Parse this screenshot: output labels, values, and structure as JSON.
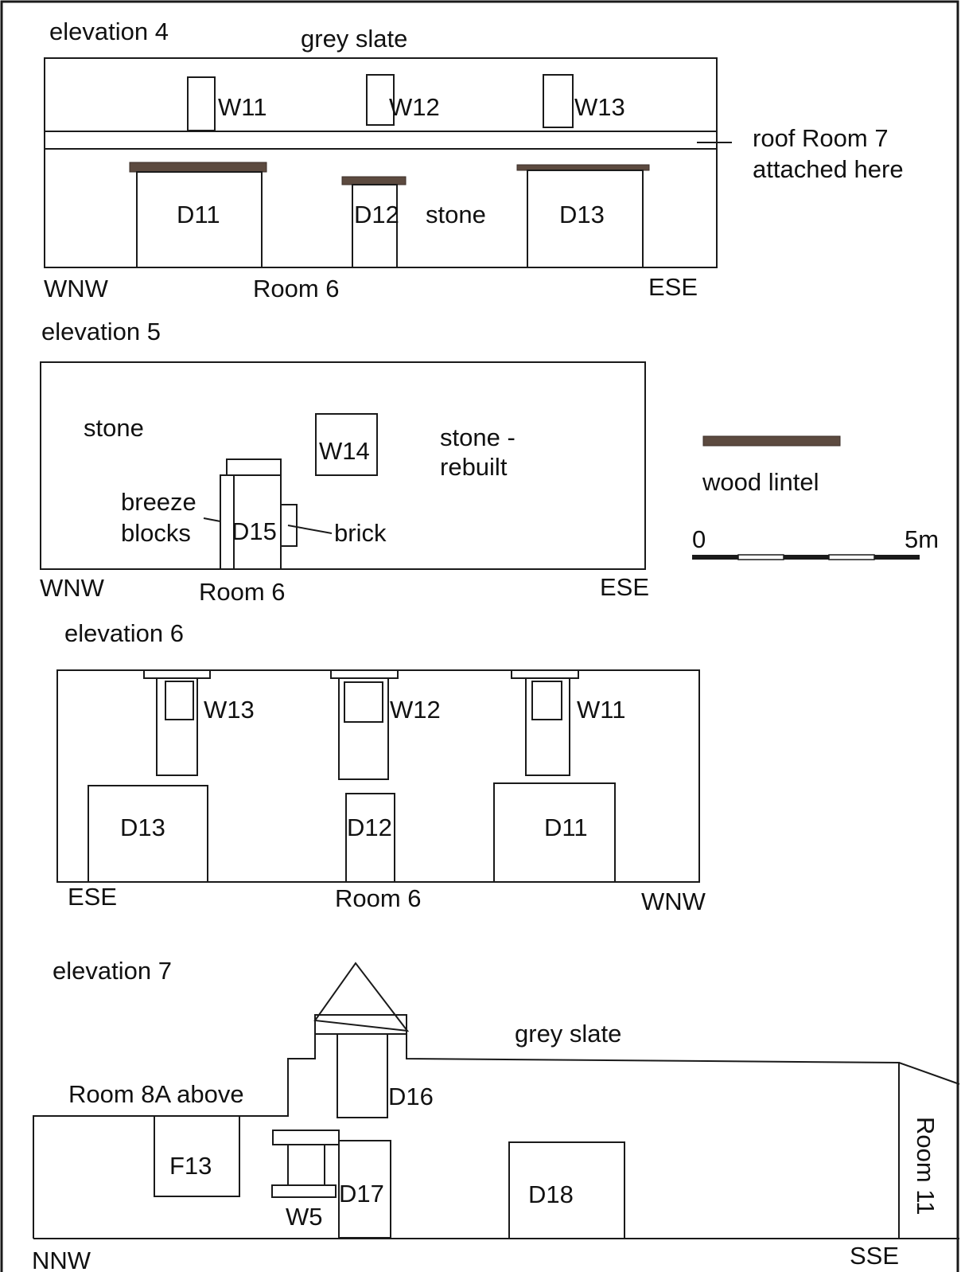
{
  "colors": {
    "line": "#1a1a1a",
    "wood_lintel": "#5c4a3f",
    "background": "#ffffff"
  },
  "elevation4": {
    "title": "elevation 4",
    "roof_material": "grey slate",
    "windows": [
      "W11",
      "W12",
      "W13"
    ],
    "doors": [
      "D11",
      "D12",
      "D13"
    ],
    "material": "stone",
    "note_line1": "roof Room 7",
    "note_line2": "attached here",
    "left_direction": "WNW",
    "room": "Room 6",
    "right_direction": "ESE"
  },
  "elevation5": {
    "title": "elevation 5",
    "material_left": "stone",
    "window": "W14",
    "material_right_line1": "stone -",
    "material_right_line2": "rebuilt",
    "breeze_line1": "breeze",
    "breeze_line2": "blocks",
    "door": "D15",
    "brick": "brick",
    "left_direction": "WNW",
    "room": "Room 6",
    "right_direction": "ESE"
  },
  "legend": {
    "lintel_label": "wood lintel",
    "scale_start": "0",
    "scale_end": "5m"
  },
  "elevation6": {
    "title": "elevation 6",
    "windows": [
      "W13",
      "W12",
      "W11"
    ],
    "doors": [
      "D13",
      "D12",
      "D11"
    ],
    "left_direction": "ESE",
    "room": "Room 6",
    "right_direction": "WNW"
  },
  "elevation7": {
    "title": "elevation 7",
    "roof_material": "grey slate",
    "room_above": "Room 8A above",
    "doors": [
      "D16",
      "D17",
      "D18"
    ],
    "fireplace": "F13",
    "window": "W5",
    "side_room": "Room 11",
    "left_direction": "NNW",
    "right_direction": "SSE"
  }
}
